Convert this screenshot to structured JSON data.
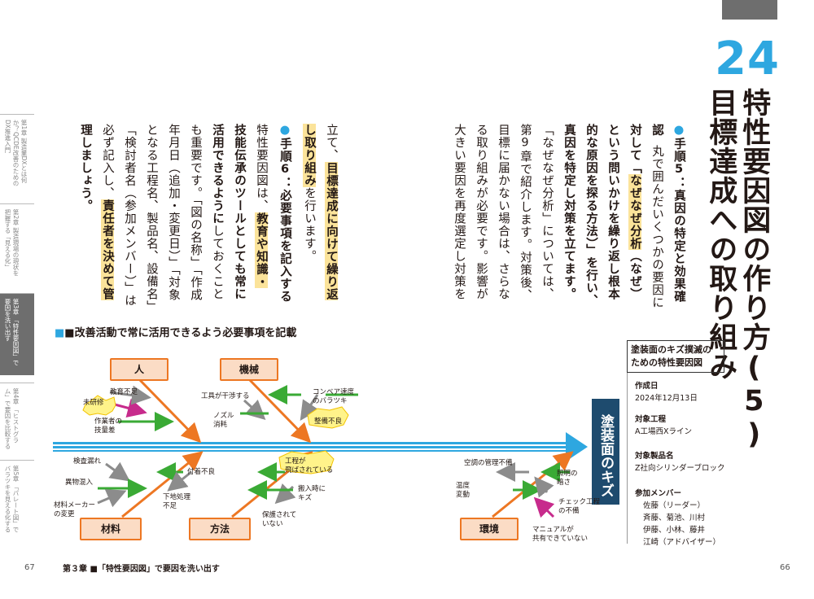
{
  "header": {
    "chapter_number": "24",
    "title_line1": "特性要因図の作り方",
    "title_paren": "(5)",
    "title_line2": "目標達成への取り組み"
  },
  "body": {
    "col1_step": "手順5：真因の特定と効果確",
    "col1b": "認",
    "col2": "丸で囲んだいくつかの要因に",
    "col3a": "対して「",
    "col3hl": "なぜなぜ分析",
    "col3b": "（なぜ）",
    "col4": "という問いかけを繰り返し根本",
    "col5": "的な原因を探る方法）」を行い、",
    "col6": "真因を特定し対策を立てます。",
    "col7": "「なぜなぜ分析」については、",
    "col8": "第9章で紹介します。対策後、",
    "col9": "目標に届かない場合は、さらな",
    "col10": "る取り組みが必要です。影響が",
    "col11": "大きい要因を再度選定し対策を",
    "col12a": "立て、",
    "col12hl": "目標達成に向けて繰り返",
    "col13a": "し取り組み",
    "col13b": "を行います。",
    "col14_step": "手順6：必要事項を記入する",
    "col15a": "特性要因図は、",
    "col15hl": "教育や知識・",
    "col16": "技能伝承のツールとしても常に",
    "col17a": "活用できるように",
    "col17b": "しておくこと",
    "col18": "も重要です。「図の名称」「作成",
    "col19": "年月日（追加・変更日）」「対象",
    "col20": "となる工程名、製品名、設備名」",
    "col21": "「検討者名（参加メンバー）」は",
    "col22a": "必ず記入し、",
    "col22hl": "責任者を決めて管",
    "col23": "理しましょう。"
  },
  "side_index": [
    {
      "label": "第1章 製造業DXとは何か？QCDE改善のためのDX推進入門",
      "active": false
    },
    {
      "label": "第2章 製造現場の現状を把握する「見える化」",
      "active": false
    },
    {
      "label": "第3章 「特性要因図」で要因を洗い出す",
      "active": true
    },
    {
      "label": "第4章 「ヒストグラム」で要因を比較する",
      "active": false
    },
    {
      "label": "第5章 「パレート図」でバラツキを見える化する",
      "active": false
    }
  ],
  "diagram": {
    "title": "■改善活動で常に活用できるよう必要事項を記載",
    "effect": "塗装面のキズ",
    "boxes": {
      "man": "人",
      "machine": "機械",
      "material": "材料",
      "method": "方法",
      "environment": "環境"
    },
    "labels": {
      "edu": "教育不足",
      "untrained": "未研修",
      "skill": "作業者の\n技量差",
      "tool": "工具が干渉する",
      "nozzle": "ノズル\n消耗",
      "conveyor": "コンベア速度\nのバラツキ",
      "maint": "整備不良",
      "inspect": "検査漏れ",
      "foreign": "異物混入",
      "supplier": "材料メーカー\nの変更",
      "coat": "付着不良",
      "pre": "下地処理\n不足",
      "process": "工程が\n飛ばされている",
      "carry": "搬入時に\nキズ",
      "protect": "保護されて\nいない",
      "aircon": "空調の管理不備",
      "temp": "温度\n変動",
      "light": "照明の\n暗さ",
      "check": "チェック工程\nの不備",
      "manual": "マニュアルが\n共有できていない"
    }
  },
  "info": {
    "title": "塗装面のキズ撲滅の\nための特性要因図",
    "created_label": "作成日",
    "created": "2024年12月13日",
    "process_label": "対象工程",
    "process": "A工場西Xライン",
    "product_label": "対象製品名",
    "product": "Z社向シリンダーブロック",
    "members_label": "参加メンバー",
    "members": [
      "佐藤（リーダー）",
      "斉藤、菊池、川村",
      "伊藤、小林、藤井",
      "江崎（アドバイザー）"
    ]
  },
  "footer": {
    "left_page": "67",
    "right_page": "66",
    "chapter": "第３章 ■「特性要因図」で要因を洗い出す"
  }
}
